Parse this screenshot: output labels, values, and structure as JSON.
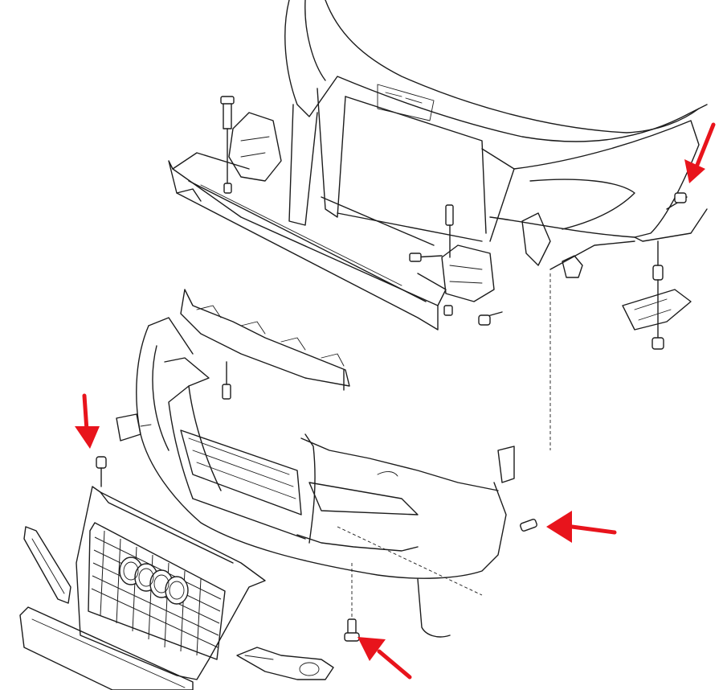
{
  "figure": {
    "background": "#ffffff",
    "line_color": "#1c1c1c",
    "marker_color": "#e8141c"
  },
  "callouts": [
    {
      "id": "arrow-fender-screw",
      "icon": "arrow-down-left"
    },
    {
      "id": "arrow-grille-screw",
      "icon": "arrow-down"
    },
    {
      "id": "arrow-side-screw",
      "icon": "arrow-left"
    },
    {
      "id": "arrow-bottom-screw",
      "icon": "arrow-up-left"
    }
  ]
}
